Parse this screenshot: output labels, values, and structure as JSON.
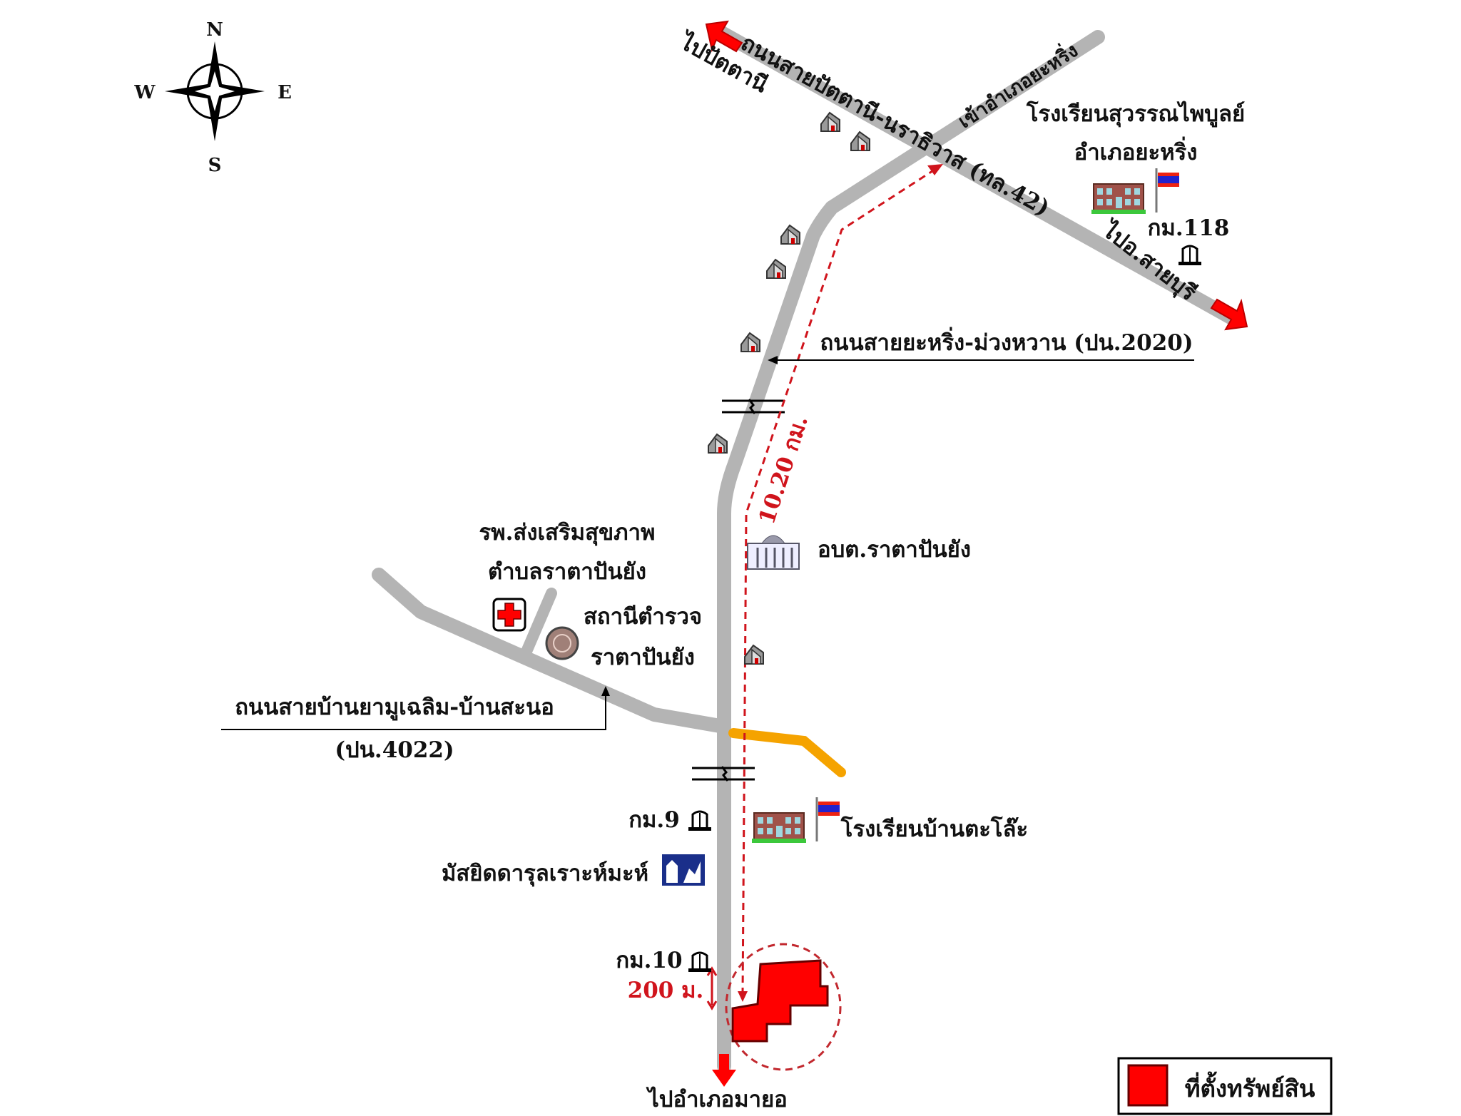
{
  "compass": {
    "n": "N",
    "s": "S",
    "e": "E",
    "w": "W"
  },
  "roads": {
    "highway_label": "ถนนสายปัตตานี-นราธิวาส (ทล.42)",
    "to_pattani": "ไปปัตตานี",
    "to_saiburi": "ไปอ.สายบุรี",
    "to_yaring": "เข้าอำเภอยะหริ่ง",
    "yaring_muangwan": "ถนนสายยะหริ่ง-ม่วงหวาน (ปน.2020)",
    "yamu_sano_line1": "ถนนสายบ้านยามูเฉลิม-บ้านสะนอ",
    "yamu_sano_line2": "(ปน.4022)",
    "to_mayo": "ไปอำเภอมายอ"
  },
  "landmarks": {
    "school_1_line1": "โรงเรียนสุวรรณไพบูลย์",
    "school_1_line2": "อำเภอยะหริ่ง",
    "km118": "กม.118",
    "sao": "อบต.ราตาปันยัง",
    "hospital_line1": "รพ.ส่งเสริมสุขภาพ",
    "hospital_line2": "ตำบลราตาปันยัง",
    "police_line1": "สถานีตำรวจ",
    "police_line2": "ราตาปันยัง",
    "km9": "กม.9",
    "school_2": "โรงเรียนบ้านตะโล๊ะ",
    "mosque": "มัสยิดดารุลเราะห์มะห์",
    "km10": "กม.10"
  },
  "distances": {
    "route": "10.20 กม.",
    "offset": "200 ม."
  },
  "legend": {
    "property": "ที่ตั้งทรัพย์สิน"
  },
  "colors": {
    "road": "#b4b4b4",
    "route": "#d0141c",
    "property": "#ff0000",
    "local_road": "#f5a300"
  }
}
